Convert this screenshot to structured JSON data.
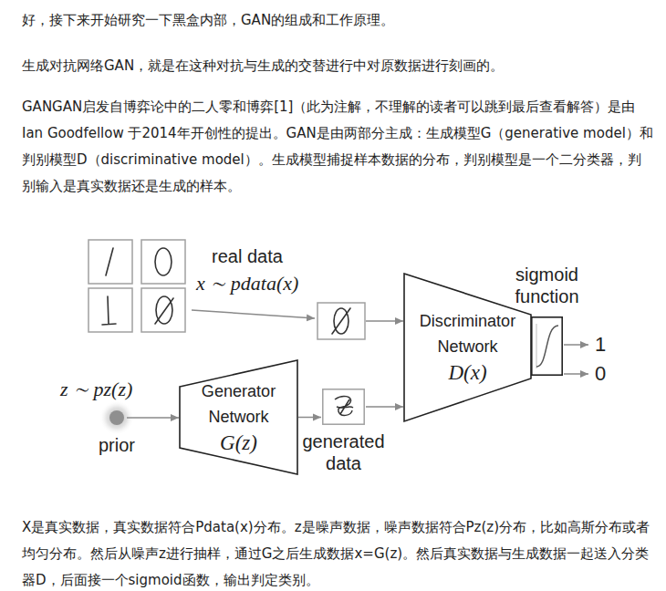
{
  "diagram": {
    "nodes": [
      {
        "text": [
          "sigmoid function"
        ]
      },
      {
        "text": [
          "Discriminator Network",
          "D(x)"
        ]
      },
      {
        "text": [
          "prior"
        ]
      },
      {
        "text": [
          "Generator Network",
          "G(z)"
        ]
      },
      {
        "text": [
          "generated data"
        ]
      }
    ],
    "edges": [
      {
        "from": 2,
        "to": 3,
        "arrow": "to"
      },
      {
        "from": 3,
        "to": 4,
        "arrow": "to"
      },
      {
        "from": 4,
        "to": 1,
        "arrow": "to"
      }
    ],
    "labels": [
      "好，接下来开始研究一下黑盒内部，GAN的组成和工作原理。",
      "生成对抗网络GAN，就是在这种对抗与生成的交替进行中对原数据进行刻画的。",
      "GANGAN启发自博弈论中的二人零和博弈[1]（此为注解，不理解的读者可以跳到最后查看解答）是由Ian Goodfellow 于2014年开创性的提出。GAN是由两部分主成：生成模型G（generative model）和判别模型D（discriminative model）。生成模型捕捉样本数据的分布，判别模型是一个二分类器，判别输入是真实数据还是生成的样本。",
      "real data",
      "x ∼ pdata(x)",
      "1",
      "0",
      "z ∼ pz(z)",
      "X是真实数据，真实数据符合Pdata(x)分布。z是噪声数据，噪声数据符合Pz(z)分布，比如高斯分布或者均匀分布。然后从噪声z进行抽样，通过G之后生成数据x=G(z)。然后真实数据与生成数据一起送入分类器D，后面接一个sigmoid函数，输出判定类别。"
    ]
  }
}
